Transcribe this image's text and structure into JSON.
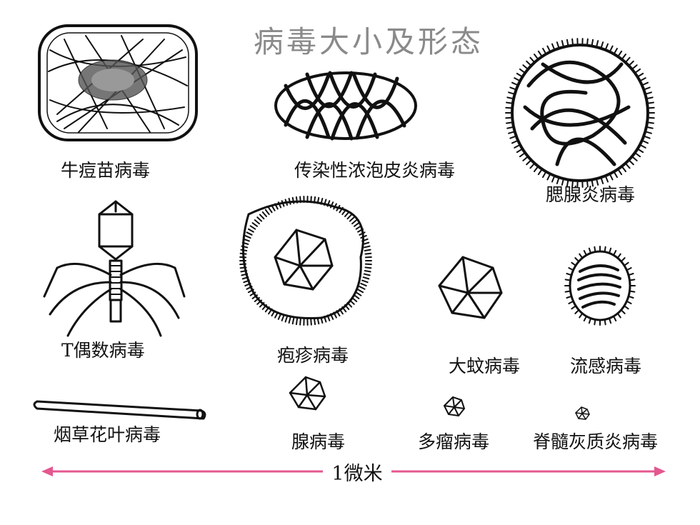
{
  "title": "病毒大小及形态",
  "scale": {
    "label": "1微米",
    "color": "#e4578f"
  },
  "labels": {
    "vaccinia": "牛痘苗病毒",
    "ibr": "传染性浓泡皮炎病毒",
    "mumps": "腮腺炎病毒",
    "t_even": "T偶数病毒",
    "herpes": "疱疹病毒",
    "tipula": "大蚊病毒",
    "influenza": "流感病毒",
    "tmv": "烟草花叶病毒",
    "adeno": "腺病毒",
    "polyoma": "多瘤病毒",
    "polio": "脊髓灰质炎病毒"
  }
}
